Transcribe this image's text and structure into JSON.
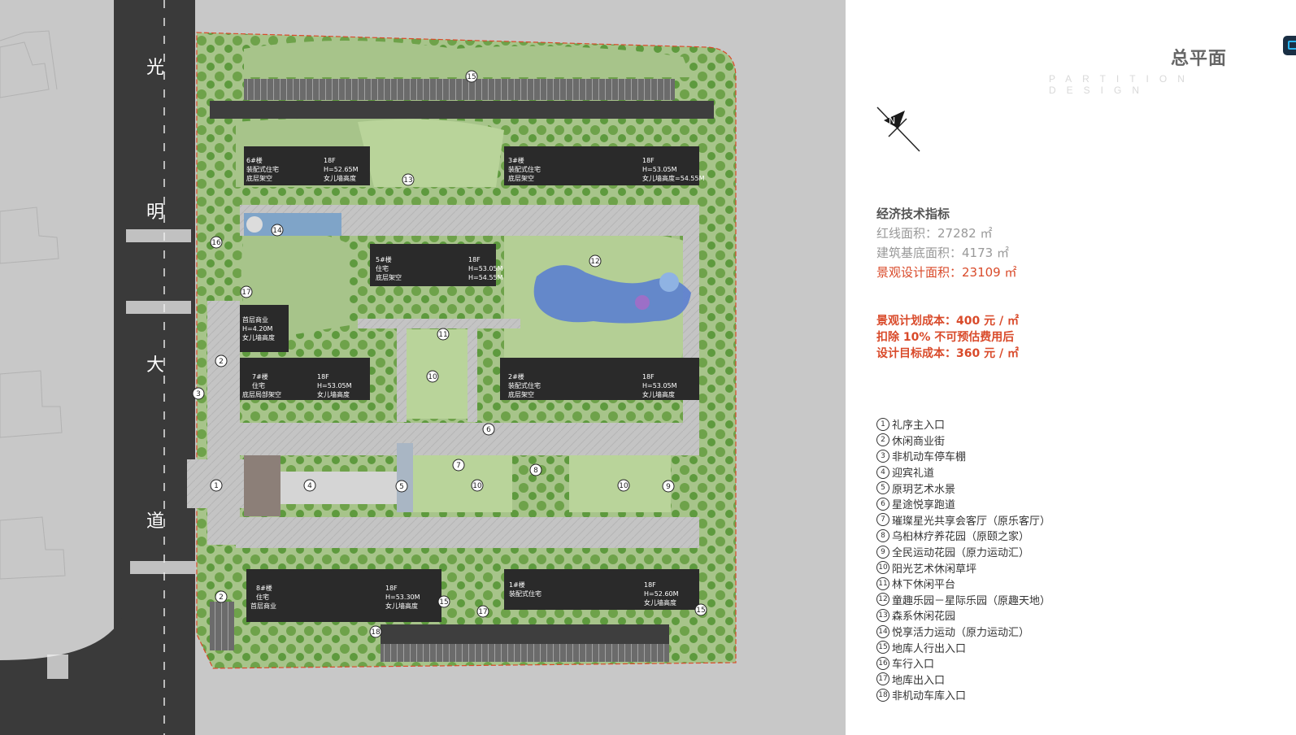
{
  "title": {
    "cn": "总平面",
    "en": "PARTITION DESIGN"
  },
  "indicators": {
    "heading": "经济技术指标",
    "red_line_area": "红线面积：27282 ㎡",
    "footprint_area": "建筑基底面积：4173 ㎡",
    "landscape_area": "景观设计面积：23109 ㎡"
  },
  "cost": {
    "planned": "景观计划成本：400 元 / ㎡",
    "deduction": "扣除 10% 不可预估费用后",
    "target": "设计目标成本：360 元 / ㎡"
  },
  "legend": [
    {
      "num": "1",
      "label": "礼序主入口"
    },
    {
      "num": "2",
      "label": "休闲商业街"
    },
    {
      "num": "3",
      "label": "非机动车停车棚"
    },
    {
      "num": "4",
      "label": "迎宾礼道"
    },
    {
      "num": "5",
      "label": "原玥艺术水景"
    },
    {
      "num": "6",
      "label": "星途悦享跑道"
    },
    {
      "num": "7",
      "label": "璀璨星光共享会客厅（原乐客厅）"
    },
    {
      "num": "8",
      "label": "乌桕林疗养花园（原颐之家）"
    },
    {
      "num": "9",
      "label": "全民运动花园（原力运动汇）"
    },
    {
      "num": "10",
      "label": "阳光艺术休闲草坪"
    },
    {
      "num": "11",
      "label": "林下休闲平台"
    },
    {
      "num": "12",
      "label": "童趣乐园－星际乐园（原趣天地）"
    },
    {
      "num": "13",
      "label": "森系休闲花园"
    },
    {
      "num": "14",
      "label": "悦享活力运动（原力运动汇）"
    },
    {
      "num": "15",
      "label": "地库人行出入口"
    },
    {
      "num": "16",
      "label": "车行入口"
    },
    {
      "num": "17",
      "label": "地库出入口"
    },
    {
      "num": "18",
      "label": "非机动车库入口"
    }
  ],
  "road_name": [
    "光",
    "明",
    "大",
    "道"
  ],
  "north_label": "N",
  "buildings": [
    {
      "id": "b6",
      "lines": [
        "6#楼",
        "装配式住宅",
        "底层架空",
        "18F",
        "H=52.65M",
        "女儿墙高度"
      ]
    },
    {
      "id": "b3",
      "lines": [
        "3#楼",
        "装配式住宅",
        "底层架空",
        "18F",
        "H=53.05M",
        "女儿墙高度=54.55M"
      ]
    },
    {
      "id": "b5",
      "lines": [
        "5#楼",
        "住宅",
        "底层架空",
        "18F",
        "H=53.05M",
        "H=54.55M"
      ]
    },
    {
      "id": "b7",
      "lines": [
        "首层商业",
        "H=4.20M",
        "女儿墙高度",
        "7#楼",
        "住宅",
        "底层局部架空",
        "18F",
        "H=53.05M",
        "女儿墙高度"
      ]
    },
    {
      "id": "b2",
      "lines": [
        "2#楼",
        "装配式住宅",
        "底层架空",
        "18F",
        "H=53.05M",
        "女儿墙高度"
      ]
    },
    {
      "id": "b8",
      "lines": [
        "8#楼",
        "住宅",
        "首层商业",
        "18F",
        "H=53.30M",
        "女儿墙高度"
      ]
    },
    {
      "id": "b1",
      "lines": [
        "1#楼",
        "装配式住宅",
        "18F",
        "H=52.60M",
        "女儿墙高度"
      ]
    }
  ],
  "colors": {
    "background": "#c8c8c8",
    "road": "#3a3a3a",
    "lawn": "#a7c48a",
    "tree": "#5e9a3e",
    "building": "#2a2a2a",
    "paving": "#bfbfbf",
    "water": "#5b7fcf",
    "accent_red": "#d94a2a"
  }
}
